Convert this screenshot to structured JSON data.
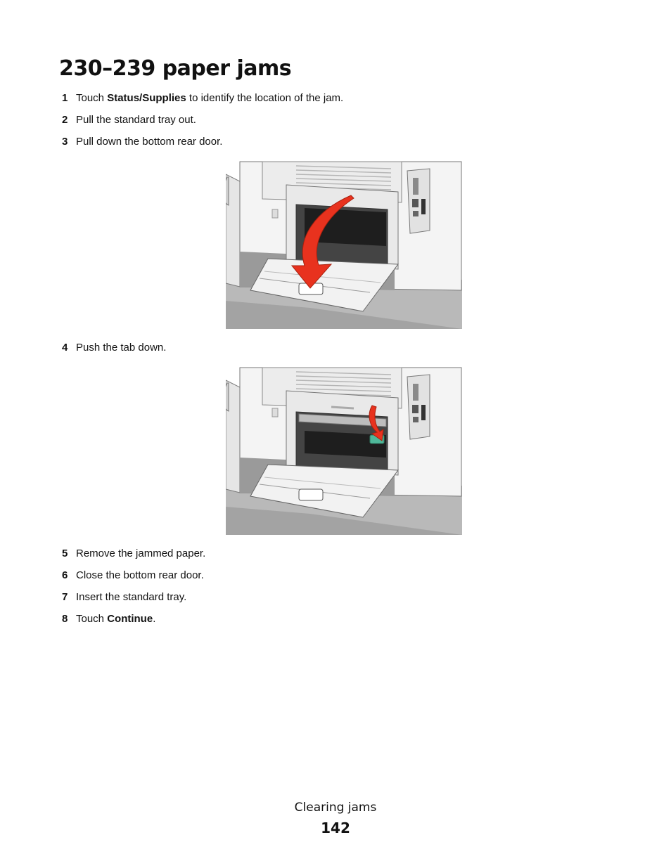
{
  "title": "230–239 paper jams",
  "steps": [
    {
      "num": "1",
      "pre": "Touch ",
      "bold": "Status/Supplies",
      "post": " to identify the location of the jam."
    },
    {
      "num": "2",
      "text": "Pull the standard tray out."
    },
    {
      "num": "3",
      "text": "Pull down the bottom rear door."
    },
    {
      "num": "4",
      "text": "Push the tab down."
    },
    {
      "num": "5",
      "text": "Remove the jammed paper."
    },
    {
      "num": "6",
      "text": "Close the bottom rear door."
    },
    {
      "num": "7",
      "text": "Insert the standard tray."
    },
    {
      "num": "8",
      "pre": "Touch ",
      "bold": "Continue",
      "post": "."
    }
  ],
  "figures": [
    {
      "name": "printer-rear-door-open-arrow-down",
      "arrow_color": "#e8321e"
    },
    {
      "name": "printer-push-tab-down",
      "arrow_color": "#e8321e",
      "tab_color": "#4fb89a"
    }
  ],
  "footer": {
    "section": "Clearing jams",
    "page": "142"
  }
}
